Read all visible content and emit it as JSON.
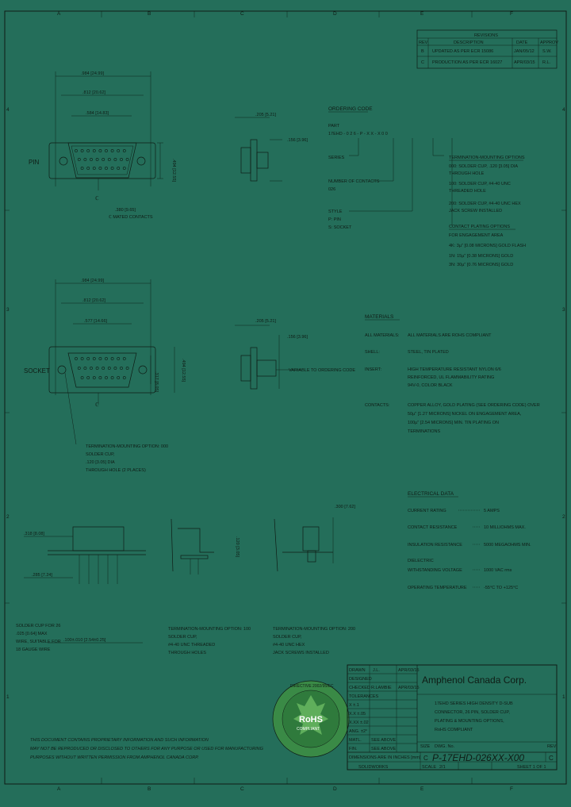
{
  "zones": {
    "top": [
      "A",
      "B",
      "C",
      "D",
      "E",
      "F"
    ],
    "bottom": [
      "A",
      "B",
      "C",
      "D",
      "E",
      "F"
    ],
    "side": [
      "4",
      "3",
      "2",
      "1"
    ]
  },
  "revisions": {
    "title": "REVISIONS",
    "headers": [
      "REV",
      "DESCRIPTION",
      "DATE",
      "APPROV"
    ],
    "rows": [
      [
        "B",
        "UPDATED AS PER ECR 15086",
        "JAN/05/12",
        "S.W."
      ],
      [
        "C",
        "PRODUCTION AS PER ECR 16027",
        "APR/03/15",
        "R.L."
      ]
    ]
  },
  "view1": {
    "dim_overall": ".984 [24.99]",
    "dim_mount": ".812 [20.62]",
    "dim_shell": ".584 [14.83]",
    "dim_side_flange": ".205 [5.21]",
    "dim_side_height": ".156 [3.96]",
    "dim_height": ".494 [12.55]",
    "label": "PIN",
    "centerline": "ℂ",
    "bottom_dim": ".380 [9.65]",
    "bottom_note": "ℂ MATED CONTACTS"
  },
  "ordering": {
    "title": "ORDERING CODE",
    "part_label": "PART",
    "part_number": "17EHD  -  0 2 6  -  P  -  X  X  -  X  0  0",
    "labels": [
      "SERIES",
      "NUMBER OF CONTACTS",
      "STYLE"
    ],
    "contacts_value": "026",
    "style_values": [
      "P: PIN",
      "S: SOCKET"
    ],
    "term_title": "TERMINATION-MOUNTING OPTIONS",
    "term_lines": [
      "000: SOLDER CUP, .120 [3.05] DIA",
      "     THROUGH HOLE",
      "100: SOLDER CUP, #4-40 UNC",
      "     THREADED HOLE",
      "200: SOLDER CUP, #4-40 UNC HEX",
      "     JACK SCREW INSTALLED"
    ],
    "plating_title": "CONTACT PLATING OPTIONS",
    "plating_lines": [
      "FOR ENGAGEMENT AREA",
      "4K:   3µ\" [0.08 MICRONS] GOLD FLASH",
      "1N:   15µ\" [0.38 MICRONS] GOLD",
      "3N:   30µ\" [0.76 MICRONS] GOLD"
    ]
  },
  "view2": {
    "dim_overall": ".984 [24.99]",
    "dim_mount": ".812 [20.62]",
    "dim_shell": ".577 [14.66]",
    "dim_side_flange": ".205 [5.21]",
    "dim_side_height": ".156 [3.96]",
    "dim_height": ".494 [12.55]",
    "dim_inner": ".317 [8.05]",
    "label": "SOCKET",
    "centerline": "ℂ",
    "side_note": "VARIABLE TO ORDERING CODE",
    "term_note": [
      "TERMINATION-MOUNTING OPTION: 000",
      "SOLDER CUP,",
      ".120 [3.05] DIA",
      "THROUGH HOLE (2 PLACES)"
    ]
  },
  "materials": {
    "title": "MATERIALS",
    "rows": [
      {
        "label": "ALL MATERIALS:",
        "value": [
          "ALL MATERIALS ARE ROHS COMPLIANT"
        ]
      },
      {
        "label": "SHELL:",
        "value": [
          "STEEL, TIN PLATED"
        ]
      },
      {
        "label": "INSERT:",
        "value": [
          "HIGH TEMPERATURE RESISTANT NYLON 6/6",
          "REINFORCED, UL FLAMMABILITY RATING",
          "94V-0, COLOR BLACK"
        ]
      },
      {
        "label": "CONTACTS:",
        "value": [
          "COPPER ALLOY, GOLD PLATING (SEE ORDERING CODE) OVER",
          "50µ\" [1.27 MICRONS] NICKEL ON ENGAGEMENT AREA,",
          "100µ\" [2.54 MICRONS] MIN. TIN PLATING ON",
          "TERMINATIONS"
        ]
      }
    ]
  },
  "electrical": {
    "title": "ELECTRICAL DATA",
    "rows": [
      [
        "CURRENT RATING",
        "5 AMPS"
      ],
      [
        "CONTACT RESISTANCE",
        "10 MILLIOHMS MAX."
      ],
      [
        "INSULATION RESISTANCE",
        "5000 MEGAOHMS MIN."
      ],
      [
        "DIELECTRIC",
        ""
      ],
      [
        "WITHSTANDING VOLTAGE",
        "1000 VAC rms"
      ],
      [
        "OPERATING TEMPERATURE",
        "-55°C TO +125°C"
      ]
    ]
  },
  "view3": {
    "dim_top": ".318 [8.08]",
    "dim_bottom": ".285 [7.24]",
    "side_dim": ".120 [3.05]",
    "side_dim2": ".300 [7.62]",
    "note1": [
      "SOLDER CUP FOR 26",
      ".025 [0.64] MAX",
      "WIRE, SUITABLE FOR",
      "18 GAUGE WIRE"
    ],
    "cup_spacing": ".100±.010 [2.54±0.25]",
    "note2": [
      "TERMINATION-MOUNTING OPTION: 100",
      "SOLDER CUP,",
      "#4-40 UNC THREADED",
      "THROUGH HOLES"
    ],
    "note3": [
      "TERMINATION-MOUNTING OPTION: 200",
      "SOLDER CUP,",
      "#4-40 UNC HEX",
      "JACK SCREWS INSTALLED"
    ]
  },
  "disclaimer": [
    "THIS DOCUMENT CONTAINS PROPRIETARY INFORMATION AND SUCH INFORMATION",
    "MAY NOT BE REPRODUCED OR DISCLOSED TO OTHERS FOR ANY PURPOSE OR USED FOR MANUFACTURING",
    "PURPOSES WITHOUT WRITTEN PERMISSION FROM AMPHENOL CANADA CORP."
  ],
  "logo": {
    "ring": "DIRECTIVE 2002/95/EC",
    "center": "RoHS",
    "sub": "COMPLIANT"
  },
  "title_block": {
    "company": "Amphenol  Canada  Corp.",
    "description": [
      "17EHD SERIES HIGH DENSITY D-SUB",
      "CONNECTOR, 26 PIN, SOLDER CUP,",
      "PLATING & MOUNTING OPTIONS,",
      "RoHS COMPLIANT"
    ],
    "left_rows": [
      [
        "DRAWN",
        "J.L.",
        "APR/03/15"
      ],
      [
        "DESIGNED",
        "",
        ""
      ],
      [
        "CHECKED",
        "R.LAMBIE",
        "APR/03/15"
      ],
      [
        "TOLERANCES",
        "",
        ""
      ],
      [
        "X  ±.1",
        "",
        ""
      ],
      [
        "X.X  ±.05",
        "",
        ""
      ],
      [
        "X.XX  ±.02",
        "",
        ""
      ],
      [
        "ANG.  ±2°",
        "",
        ""
      ],
      [
        "MATL.",
        "SEE ABOVE",
        ""
      ],
      [
        "FIN.",
        "SEE ABOVE",
        ""
      ]
    ],
    "dims_note": "DIMENSIONS ARE IN INCHES [mm]",
    "scale_label": "SCALE",
    "scale_value": "2/1",
    "size_label": "SIZE",
    "size_value": "C",
    "dwg_label": "DWG. No.",
    "dwg_number": "P-17EHD-026XX-X00",
    "rev_label": "REV",
    "rev_value": "C",
    "sheet": "SHEET 1 OF 1",
    "cad_label": "SOLIDWORKS"
  }
}
